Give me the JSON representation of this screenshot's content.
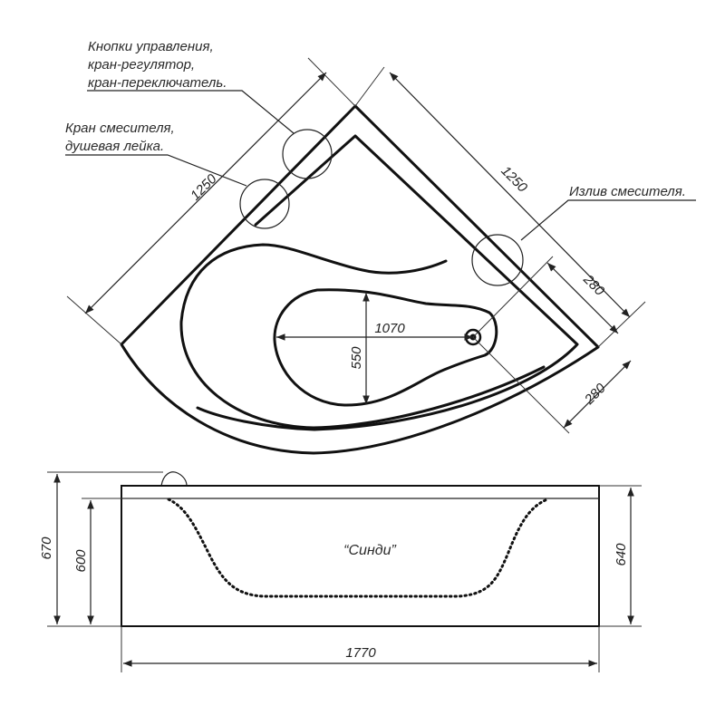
{
  "callouts": {
    "controls": [
      "Кнопки управления,",
      "кран-регулятор,",
      "кран-переключатель."
    ],
    "mixer": [
      "Кран смесителя,",
      "душевая лейка."
    ],
    "spout": "Излив смесителя."
  },
  "dimensions": {
    "side_left": "1250",
    "side_right": "1250",
    "inner_length": "1070",
    "inner_width": "550",
    "drain_offset_top": "280",
    "drain_offset_bottom": "280",
    "height_total": "670",
    "height_inner": "600",
    "height_rim": "640",
    "length": "1770"
  },
  "model_name": "“Синди”"
}
